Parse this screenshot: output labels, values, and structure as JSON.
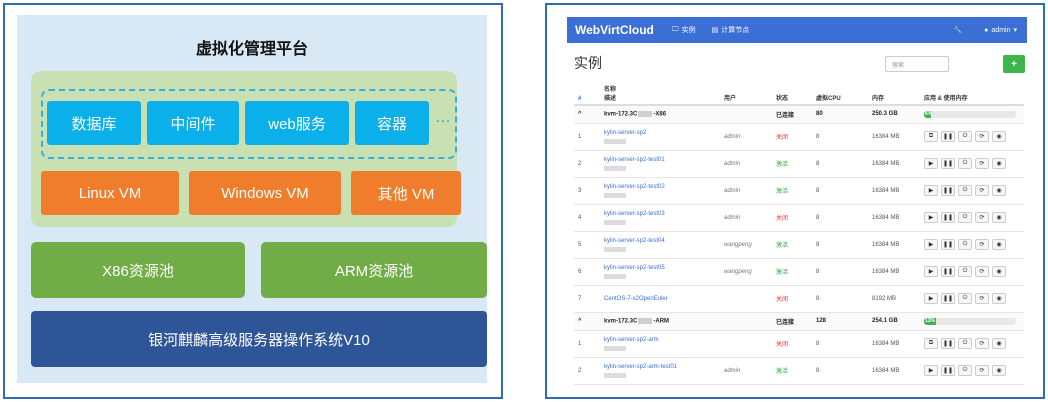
{
  "left": {
    "title": "虚拟化管理平台",
    "apps": [
      "数据库",
      "中间件",
      "web服务",
      "容器"
    ],
    "ellipsis": "…",
    "vms": [
      "Linux VM",
      "Windows VM",
      "其他 VM"
    ],
    "pools": [
      "X86资源池",
      "ARM资源池"
    ],
    "os": "银河麒麟高级服务器操作系统V10"
  },
  "right": {
    "nav": {
      "brand": "WebVirtCloud",
      "instances": "实例",
      "compute": "计算节点",
      "admin": "admin"
    },
    "page_title": "实例",
    "search_placeholder": "搜索",
    "add_label": "+",
    "headers": {
      "num": "#",
      "name": "名称",
      "desc": "描述",
      "user": "用户",
      "status": "状态",
      "vcpu": "虚拟CPU",
      "mem": "内存",
      "usage": "应用 & 使用内存"
    },
    "hosts": [
      {
        "chevron": "^",
        "prefix": "kvm-172.3C",
        "suffix": "-X86",
        "status": "已连接",
        "vcpu": "80",
        "mem": "250.3 GB",
        "usage_label": "6%",
        "usage_pct": 6,
        "rows": [
          {
            "num": "1",
            "name": "kylin-server-sp2",
            "user": "admin",
            "status": "关闭",
            "status_state": "off",
            "vcpu": "8",
            "mem": "16384 MB",
            "first_action": "clone"
          },
          {
            "num": "2",
            "name": "kylin-server-sp2-test01",
            "user": "admin",
            "status": "激活",
            "status_state": "on",
            "vcpu": "8",
            "mem": "16384 MB",
            "first_action": "play"
          },
          {
            "num": "3",
            "name": "kylin-server-sp2-test02",
            "user": "admin",
            "status": "激活",
            "status_state": "on",
            "vcpu": "8",
            "mem": "16384 MB",
            "first_action": "play"
          },
          {
            "num": "4",
            "name": "kylin-server-sp2-test03",
            "user": "admin",
            "status": "关闭",
            "status_state": "off",
            "vcpu": "8",
            "mem": "16384 MB",
            "first_action": "play"
          },
          {
            "num": "5",
            "name": "kylin-server-sp2-test04",
            "user": "wangpeng",
            "status": "激活",
            "status_state": "on",
            "vcpu": "8",
            "mem": "16384 MB",
            "first_action": "play"
          },
          {
            "num": "6",
            "name": "kylin-server-sp2-test05",
            "user": "wangpeng",
            "status": "激活",
            "status_state": "on",
            "vcpu": "8",
            "mem": "16384 MB",
            "first_action": "play"
          },
          {
            "num": "7",
            "name": "CentOS-7-x2OpenEuler",
            "user": "",
            "status": "关闭",
            "status_state": "off",
            "vcpu": "8",
            "mem": "8192 MB",
            "first_action": "play"
          }
        ]
      },
      {
        "chevron": "^",
        "prefix": "kvm-172.3C",
        "suffix": "-ARM",
        "status": "已连接",
        "vcpu": "128",
        "mem": "254.1 GB",
        "usage_label": "13%",
        "usage_pct": 13,
        "rows": [
          {
            "num": "1",
            "name": "kylin-server-sp2-arm",
            "user": "",
            "status": "关闭",
            "status_state": "off",
            "vcpu": "8",
            "mem": "16384 MB",
            "first_action": "clone"
          },
          {
            "num": "2",
            "name": "kylin-server-sp2-arm-test01",
            "user": "admin",
            "status": "激活",
            "status_state": "on",
            "vcpu": "8",
            "mem": "16384 MB",
            "first_action": "play"
          }
        ]
      }
    ],
    "colors": {
      "nav": "#3b6fd6",
      "on": "#36a847",
      "off": "#e0302c",
      "add": "#3cb54a"
    }
  }
}
